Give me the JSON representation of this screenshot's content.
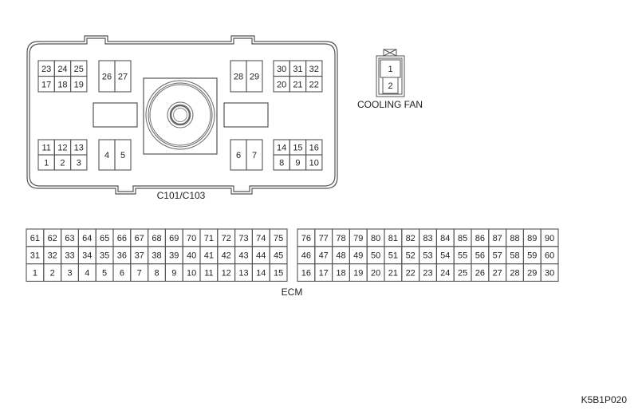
{
  "diagram": {
    "figure_code": "K5B1P020",
    "stroke_color": "#555555",
    "connectors": {
      "c101_c103": {
        "label": "C101/C103",
        "blocks": {
          "top_left": {
            "rows": [
              [
                "23",
                "24",
                "25"
              ],
              [
                "17",
                "18",
                "19"
              ]
            ]
          },
          "top_left_pair": {
            "rows": [
              [
                "26",
                "27"
              ]
            ]
          },
          "top_right_pair": {
            "rows": [
              [
                "28",
                "29"
              ]
            ]
          },
          "top_right": {
            "rows": [
              [
                "30",
                "31",
                "32"
              ],
              [
                "20",
                "21",
                "22"
              ]
            ]
          },
          "bottom_left": {
            "rows": [
              [
                "11",
                "12",
                "13"
              ],
              [
                "1",
                "2",
                "3"
              ]
            ]
          },
          "bottom_left_pair": {
            "rows": [
              [
                "4",
                "5"
              ]
            ]
          },
          "bottom_right_pair": {
            "rows": [
              [
                "6",
                "7"
              ]
            ]
          },
          "bottom_right": {
            "rows": [
              [
                "14",
                "15",
                "16"
              ],
              [
                "8",
                "9",
                "10"
              ]
            ]
          }
        }
      },
      "cooling_fan": {
        "label": "COOLING FAN",
        "pins": [
          "1",
          "2"
        ]
      },
      "ecm": {
        "label": "ECM",
        "left_table": [
          [
            "61",
            "62",
            "63",
            "64",
            "65",
            "66",
            "67",
            "68",
            "69",
            "70",
            "71",
            "72",
            "73",
            "74",
            "75"
          ],
          [
            "31",
            "32",
            "33",
            "34",
            "35",
            "36",
            "37",
            "38",
            "39",
            "40",
            "41",
            "42",
            "43",
            "44",
            "45"
          ],
          [
            "1",
            "2",
            "3",
            "4",
            "5",
            "6",
            "7",
            "8",
            "9",
            "10",
            "11",
            "12",
            "13",
            "14",
            "15"
          ]
        ],
        "right_table": [
          [
            "76",
            "77",
            "78",
            "79",
            "80",
            "81",
            "82",
            "83",
            "84",
            "85",
            "86",
            "87",
            "88",
            "89",
            "90"
          ],
          [
            "46",
            "47",
            "48",
            "49",
            "50",
            "51",
            "52",
            "53",
            "54",
            "55",
            "56",
            "57",
            "58",
            "59",
            "60"
          ],
          [
            "16",
            "17",
            "18",
            "19",
            "20",
            "21",
            "22",
            "23",
            "24",
            "25",
            "26",
            "27",
            "28",
            "29",
            "30"
          ]
        ]
      }
    }
  }
}
